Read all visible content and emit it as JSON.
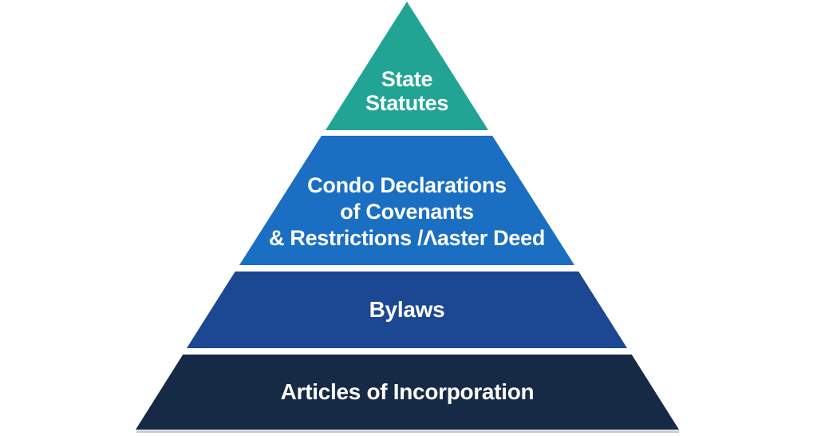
{
  "diagram": {
    "type": "pyramid",
    "background_color": "#ffffff",
    "text_color": "#ffffff",
    "base_line_color": "#c7ccd3",
    "levels": [
      {
        "id": "state-statutes",
        "color": "#21a494",
        "lines": {
          "l1": "State",
          "l2": "Statutes"
        }
      },
      {
        "id": "condo-declarations",
        "color": "#1a6fc2",
        "lines": {
          "l1": "Condo Declarations",
          "l2": "of Covenants",
          "l3": "& Restrictions /Λaster Deed"
        }
      },
      {
        "id": "bylaws",
        "color": "#1c4792",
        "lines": {
          "l1": "Bylaws"
        }
      },
      {
        "id": "articles-of-incorporation",
        "color": "#172a45",
        "lines": {
          "l1": "Articles of Incorporation"
        }
      }
    ]
  }
}
